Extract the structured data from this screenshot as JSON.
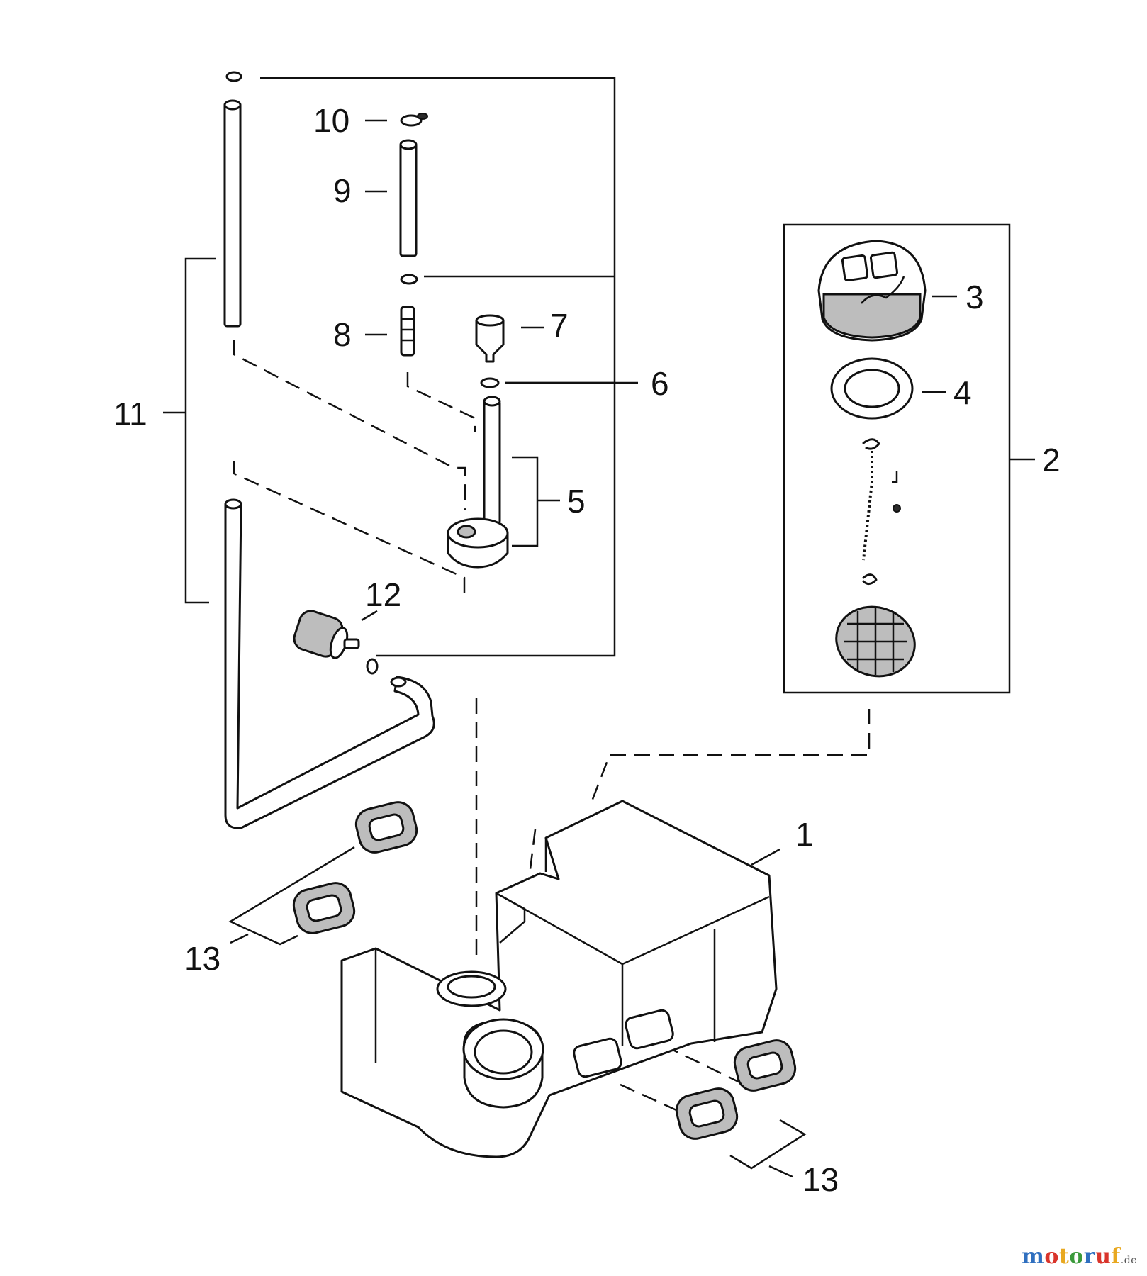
{
  "callouts": {
    "c1": "1",
    "c2": "2",
    "c3": "3",
    "c4": "4",
    "c5": "5",
    "c6": "6",
    "c7": "7",
    "c8": "8",
    "c9": "9",
    "c10": "10",
    "c11": "11",
    "c12": "12",
    "c13a": "13",
    "c13b": "13"
  },
  "watermark": {
    "brand": "motoruf",
    "tld": ".de"
  },
  "colors": {
    "line": "#111111",
    "fill": "#ffffff",
    "shade": "#bdbdbd",
    "logo": [
      "#2f6fbf",
      "#d9342b",
      "#e8a820",
      "#3b9a3b"
    ]
  }
}
